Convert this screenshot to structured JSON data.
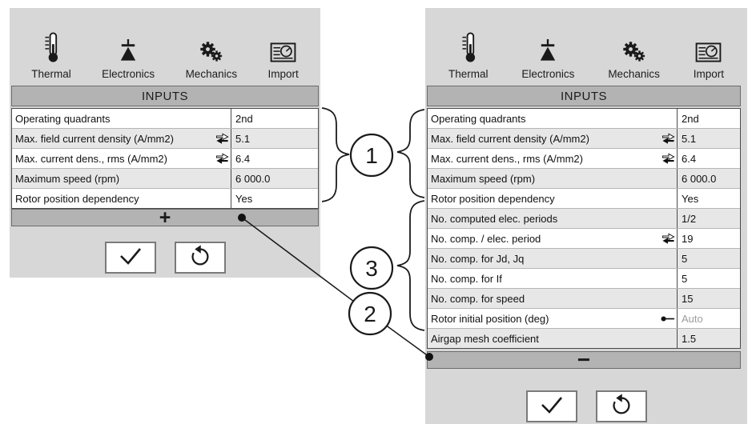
{
  "colors": {
    "panel_bg": "#d7d7d7",
    "header_bar_bg": "#b3b3b3",
    "row_alt_bg": "#e7e7e7",
    "table_border": "#4a4a4a",
    "muted_value": "#9c9c9c",
    "text": "#1c1c1c"
  },
  "callouts": {
    "one": "1",
    "two": "2",
    "three": "3"
  },
  "left_panel": {
    "toolbar": {
      "items": [
        {
          "label": "Thermal"
        },
        {
          "label": "Electronics"
        },
        {
          "label": "Mechanics"
        },
        {
          "label": "Import"
        }
      ]
    },
    "table": {
      "header": "INPUTS",
      "rows": [
        {
          "label": "Operating quadrants",
          "value": "2nd"
        },
        {
          "label": "Max. field current density (A/mm2)",
          "value": "5.1"
        },
        {
          "label": "Max. current dens., rms (A/mm2)",
          "value": "6.4"
        },
        {
          "label": "Maximum speed (rpm)",
          "value": "6 000.0"
        },
        {
          "label": "Rotor position dependency",
          "value": "Yes"
        }
      ]
    },
    "expander": {
      "symbol": "+"
    }
  },
  "right_panel": {
    "toolbar": {
      "items": [
        {
          "label": "Thermal"
        },
        {
          "label": "Electronics"
        },
        {
          "label": "Mechanics"
        },
        {
          "label": "Import"
        }
      ]
    },
    "table": {
      "header": "INPUTS",
      "rows": [
        {
          "label": "Operating quadrants",
          "value": "2nd"
        },
        {
          "label": "Max. field current density (A/mm2)",
          "value": "5.1"
        },
        {
          "label": "Max. current dens., rms (A/mm2)",
          "value": "6.4"
        },
        {
          "label": "Maximum speed (rpm)",
          "value": "6 000.0"
        },
        {
          "label": "Rotor position dependency",
          "value": "Yes"
        },
        {
          "label": "No. computed elec. periods",
          "value": "1/2"
        },
        {
          "label": "No. comp. / elec. period",
          "value": "19"
        },
        {
          "label": "No. comp. for Jd, Jq",
          "value": "5"
        },
        {
          "label": "No. comp. for If",
          "value": "5"
        },
        {
          "label": "No. comp. for speed",
          "value": "15"
        },
        {
          "label": "Rotor initial position (deg)",
          "value": "Auto"
        },
        {
          "label": "Airgap mesh coefficient",
          "value": "1.5"
        }
      ]
    },
    "expander": {
      "symbol": "−"
    }
  }
}
